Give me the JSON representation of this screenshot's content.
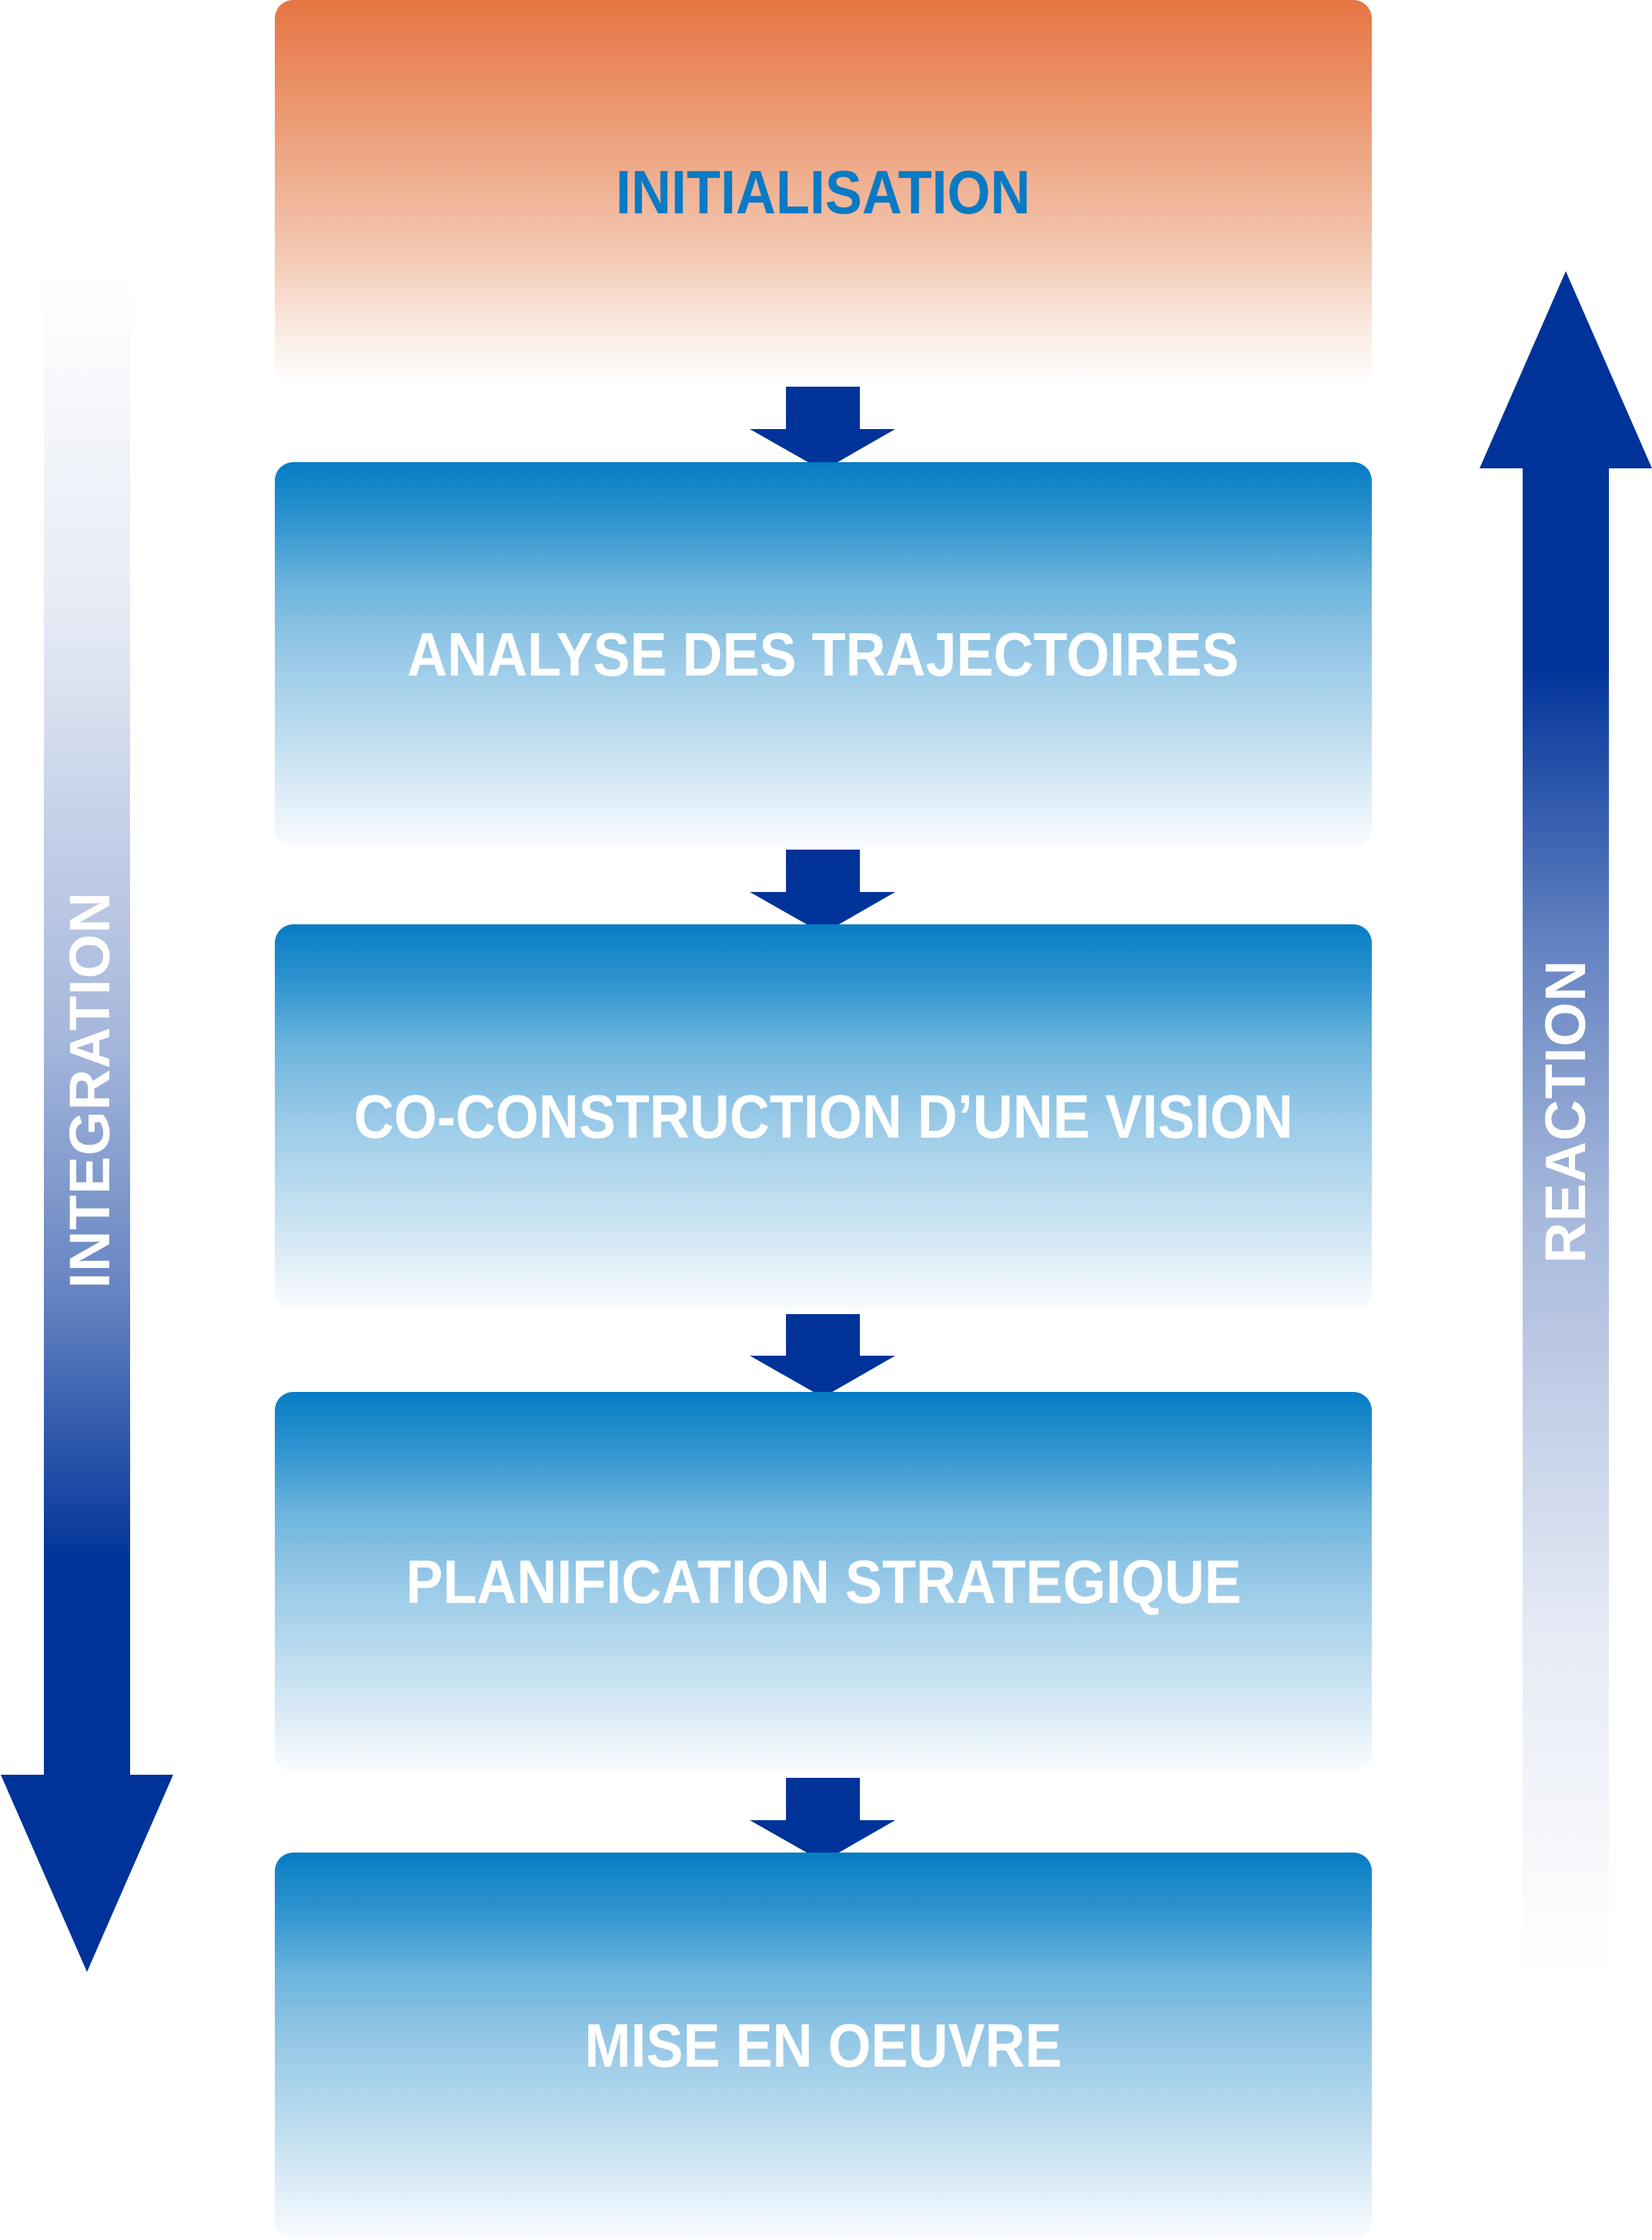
{
  "diagram": {
    "steps": [
      {
        "label": "INITIALISATION",
        "style": "orange"
      },
      {
        "label": "ANALYSE DES TRAJECTOIRES",
        "style": "blue"
      },
      {
        "label": "CO-CONSTRUCTION D’UNE VISION",
        "style": "blue"
      },
      {
        "label": "PLANIFICATION STRATEGIQUE",
        "style": "blue"
      },
      {
        "label": "MISE EN OEUVRE",
        "style": "blue"
      }
    ],
    "left_arrow": {
      "label": "INTEGRATION",
      "direction": "down"
    },
    "right_arrow": {
      "label": "REACTION",
      "direction": "up"
    },
    "colors": {
      "arrow_blue": "#003399",
      "initial_box_top": "#e67542",
      "step_box_top": "#067cc4",
      "initial_text": "#0a7ac4",
      "step_text": "#ffffff"
    }
  }
}
